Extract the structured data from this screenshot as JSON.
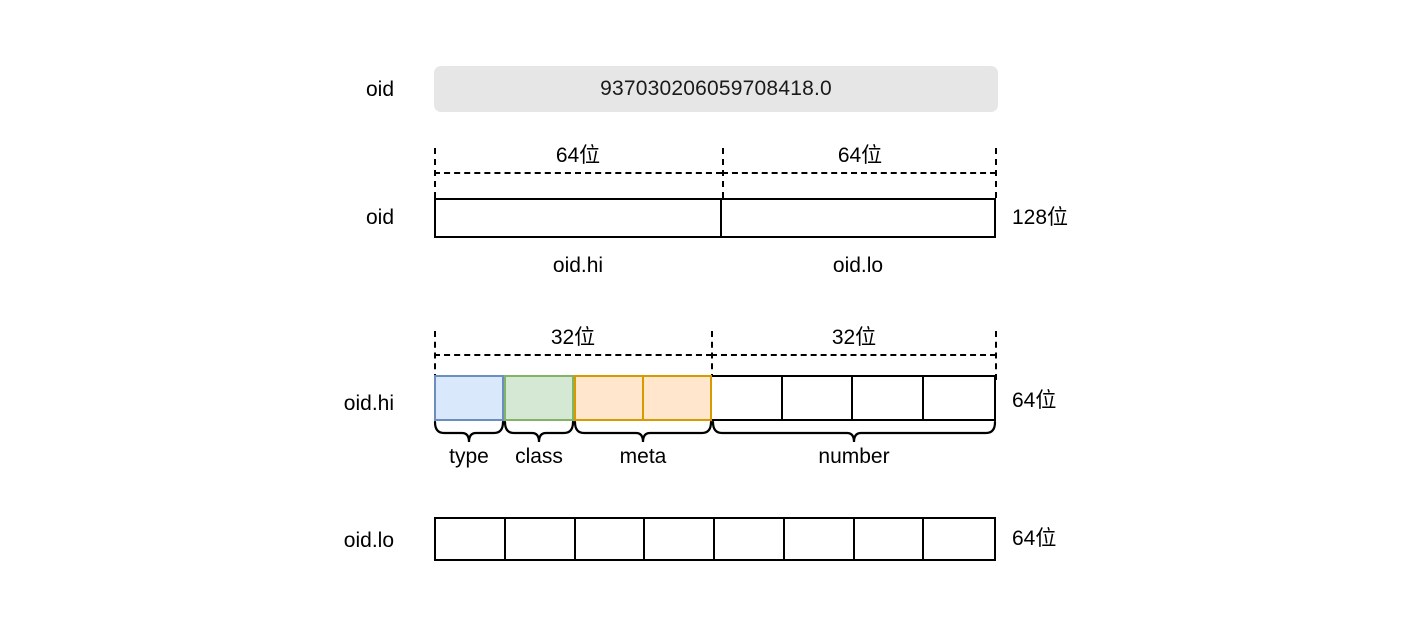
{
  "diagram": {
    "title_value_row": {
      "label": "oid",
      "value": "937030206059708418.0"
    },
    "oid_row": {
      "label": "oid",
      "total_bits_label": "128位",
      "halves": [
        {
          "bits_label": "64位",
          "name": "oid.hi"
        },
        {
          "bits_label": "64位",
          "name": "oid.lo"
        }
      ]
    },
    "oid_hi_row": {
      "label": "oid.hi",
      "total_bits_label": "64位",
      "halves": [
        {
          "bits_label": "32位"
        },
        {
          "bits_label": "32位"
        }
      ],
      "fields": [
        {
          "name": "type",
          "cells": 1,
          "color": "#dae8fc",
          "border": "#6c8ebf"
        },
        {
          "name": "class",
          "cells": 1,
          "color": "#d5e8d4",
          "border": "#82b366"
        },
        {
          "name": "meta",
          "cells": 2,
          "color": "#ffe6cc",
          "border": "#d79b00"
        },
        {
          "name": "number",
          "cells": 4,
          "color": "#ffffff",
          "border": "#000000"
        }
      ]
    },
    "oid_lo_row": {
      "label": "oid.lo",
      "total_bits_label": "64位",
      "cells": 8
    }
  }
}
